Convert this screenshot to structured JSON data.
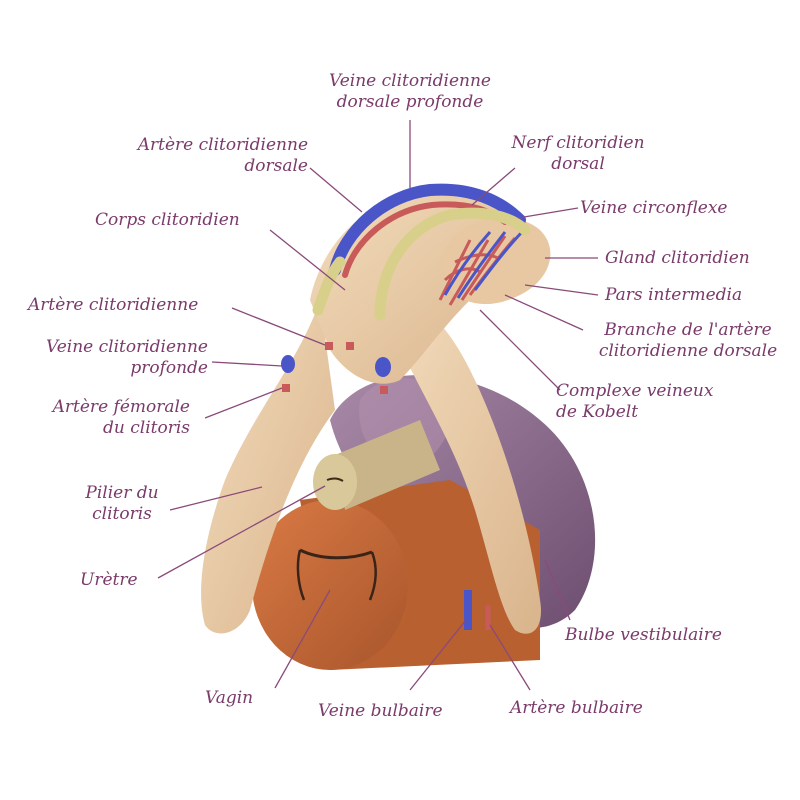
{
  "colors": {
    "label": "#7a3a6a",
    "leader": "#8a4a7a",
    "body": "#e8cda8",
    "vein": "#4a55c8",
    "artery": "#c85a5a",
    "nerve": "#d8d08a",
    "bulb": "#8a6a8a",
    "vagina": "#c86a3a"
  },
  "labels": {
    "veine_dorsale_profonde": [
      "Veine clitoridienne",
      "dorsale profonde"
    ],
    "artere_dorsale": [
      "Artère clitoridienne",
      "dorsale"
    ],
    "nerf_dorsal": [
      "Nerf clitoridien",
      "dorsal"
    ],
    "veine_circonflexe": "Veine circonflexe",
    "corps": "Corps clitoridien",
    "gland": "Gland clitoridien",
    "pars_intermedia": "Pars intermedia",
    "artere": "Artère clitoridienne",
    "branche_artere": [
      "Branche de l'artère",
      "clitoridienne dorsale"
    ],
    "veine_profonde": [
      "Veine clitoridienne",
      "profonde"
    ],
    "complexe_veineux": [
      "Complexe veineux",
      "de Kobelt"
    ],
    "artere_femorale": [
      "Artère fémorale",
      "du clitoris"
    ],
    "pilier": [
      "Pilier du",
      "clitoris"
    ],
    "uretre": "Urètre",
    "bulbe": "Bulbe vestibulaire",
    "vagin": "Vagin",
    "veine_bulbaire": "Veine bulbaire",
    "artere_bulbaire": "Artère bulbaire"
  }
}
